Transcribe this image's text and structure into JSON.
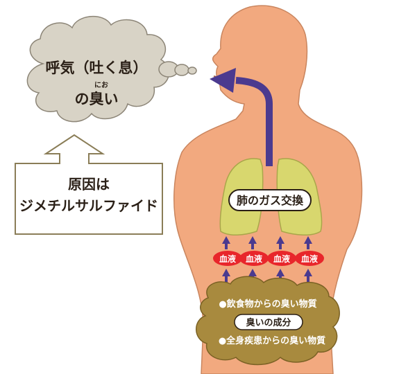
{
  "cloud": {
    "line1": "呼気（吐く息）",
    "ruby": "にお",
    "line2": "の臭い"
  },
  "cause": {
    "line1": "原因は",
    "line2": "ジメチルサルファイド"
  },
  "lungs_label": "肺のガス交換",
  "blood_label": "血液",
  "belly": {
    "item1": "●飲食物からの臭い物質",
    "center": "臭いの成分",
    "item2": "●全身疾患からの臭い物質"
  },
  "colors": {
    "skin": "#f2a97f",
    "skin_outline": "#c9855e",
    "lungs": "#d8d76e",
    "lungs_outline": "#a9a64a",
    "arrow": "#4b3a8f",
    "blood": "#e8262b",
    "belly": "#a88a3e",
    "belly_outline": "#7a6124",
    "cloud": "#d8d3c6",
    "cloud_outline": "#8c8577",
    "text": "#2a1f16",
    "cause_border": "#8a7d57"
  }
}
